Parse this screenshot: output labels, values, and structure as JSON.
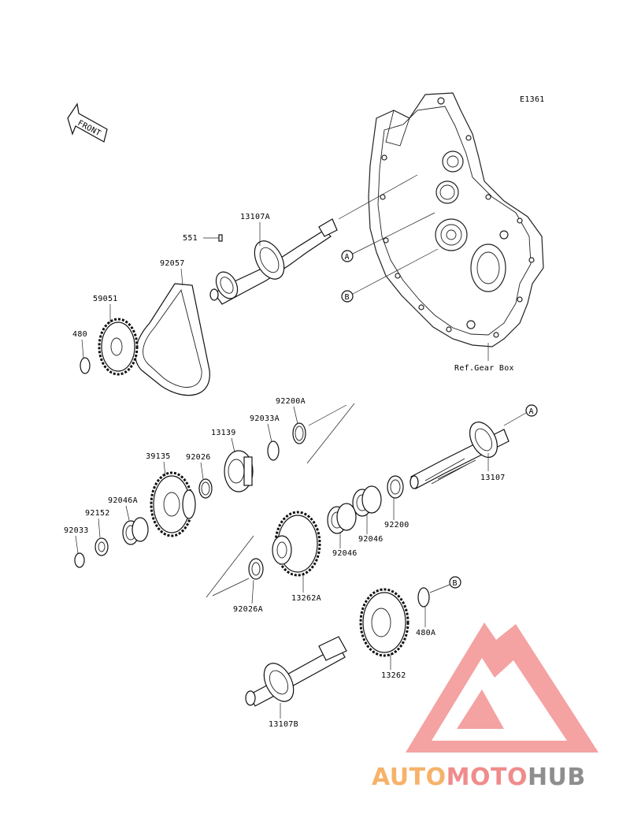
{
  "diagram_code": "E1361",
  "front_label": "FRONT",
  "ref_label": "Ref.Gear Box",
  "markers": {
    "a": "A",
    "b": "B"
  },
  "parts": {
    "p13107A": "13107A",
    "p551": "551",
    "p92057": "92057",
    "p59051": "59051",
    "p480": "480",
    "p92200A": "92200A",
    "p92033A": "92033A",
    "p13139": "13139",
    "p39135": "39135",
    "p92026": "92026",
    "p92046A": "92046A",
    "p92152": "92152",
    "p92033": "92033",
    "p13107": "13107",
    "p92200": "92200",
    "p92046_1": "92046",
    "p92046_2": "92046",
    "p13262A": "13262A",
    "p92026A": "92026A",
    "p480A": "480A",
    "p13262": "13262",
    "p13107B": "13107B"
  },
  "watermark": {
    "part1": "AUTO",
    "part2": "MOTO",
    "part3": "HUB"
  },
  "colors": {
    "logo_orange": "#f7b26a",
    "logo_red": "#f08080",
    "logo_gray": "#8e8e8e",
    "line": "#222222"
  }
}
